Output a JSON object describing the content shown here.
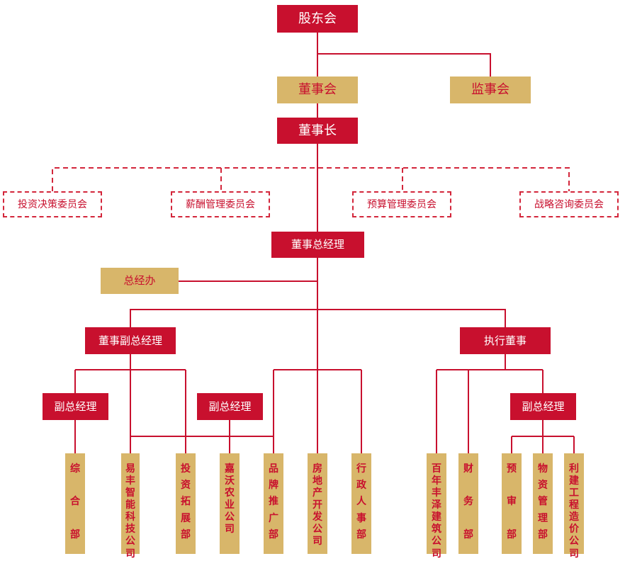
{
  "chart": {
    "shareholders": "股东会",
    "board": "董事会",
    "supervisors": "监事会",
    "chairman": "董事长",
    "committees": [
      "投资决策委员会",
      "薪酬管理委员会",
      "预算管理委员会",
      "战略咨询委员会"
    ],
    "general_manager": "董事总经理",
    "gm_office": "总经办",
    "deputy_gm_director": "董事副总经理",
    "executive_director": "执行董事",
    "deputy_gm_left": "副总经理",
    "deputy_gm_mid": "副总经理",
    "deputy_gm_right": "副总经理",
    "departments": [
      "综合部",
      "易丰智能科技公司",
      "投资拓展部",
      "嘉沃农业公司",
      "品牌推广部",
      "房地产开发公司",
      "行政人事部",
      "百年丰泽建筑公司",
      "财务部",
      "预审部",
      "物资管理部",
      "利建工程造价公司"
    ]
  },
  "colors": {
    "red": "#c8102e",
    "gold": "#d8b66a",
    "line": "#c8102e",
    "dashed": "#d3263b"
  }
}
